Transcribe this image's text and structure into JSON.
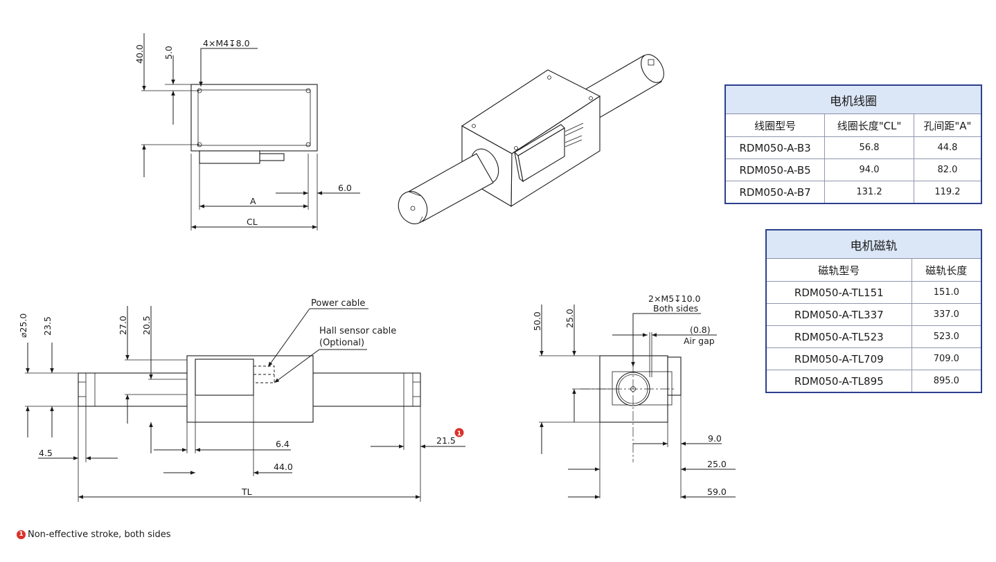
{
  "top_view": {
    "dim_40": "40.0",
    "dim_5": "5.0",
    "holes_note": "4×M4↧8.0",
    "dim_6": "6.0",
    "dim_A": "A",
    "dim_CL": "CL"
  },
  "side_view": {
    "dim_dia25": "⌀25.0",
    "dim_23_5": "23.5",
    "dim_27": "27.0",
    "dim_20_5": "20.5",
    "power_cable": "Power cable",
    "hall_cable_1": "Hall sensor cable",
    "hall_cable_2": "(Optional)",
    "dim_4_5": "4.5",
    "dim_6_4": "6.4",
    "dim_44": "44.0",
    "dim_21_5": "21.5",
    "dim_TL": "TL",
    "note_marker": "1"
  },
  "end_view": {
    "dim_50": "50.0",
    "dim_25v": "25.0",
    "holes_note_1": "2×M5↧10.0",
    "holes_note_2": "Both sides",
    "dim_0_8": "(0.8)",
    "air_gap": "Air gap",
    "dim_9": "9.0",
    "dim_25h": "25.0",
    "dim_59": "59.0"
  },
  "coil_table": {
    "title": "电机线圈",
    "headers": [
      "线圈型号",
      "线圈长度\"CL\"",
      "孔间距\"A\""
    ],
    "rows": [
      [
        "RDM050-A-B3",
        "56.8",
        "44.8"
      ],
      [
        "RDM050-A-B5",
        "94.0",
        "82.0"
      ],
      [
        "RDM050-A-B7",
        "131.2",
        "119.2"
      ]
    ]
  },
  "track_table": {
    "title": "电机磁轨",
    "headers": [
      "磁轨型号",
      "磁轨长度"
    ],
    "rows": [
      [
        "RDM050-A-TL151",
        "151.0"
      ],
      [
        "RDM050-A-TL337",
        "337.0"
      ],
      [
        "RDM050-A-TL523",
        "523.0"
      ],
      [
        "RDM050-A-TL709",
        "709.0"
      ],
      [
        "RDM050-A-TL895",
        "895.0"
      ]
    ]
  },
  "footnote": {
    "marker": "1",
    "text": "Non-effective stroke, both sides"
  }
}
